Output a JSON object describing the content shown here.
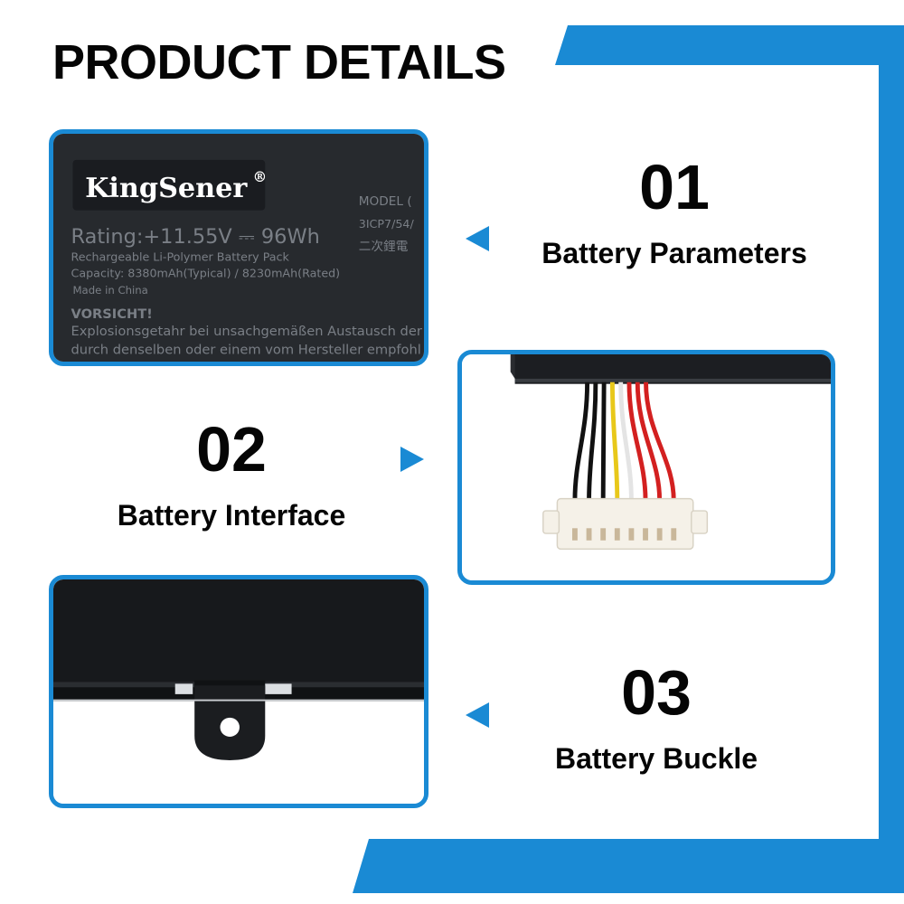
{
  "page": {
    "title": "PRODUCT DETAILS",
    "accent_color": "#1a8ad4"
  },
  "items": [
    {
      "number": "01",
      "label": "Battery Parameters",
      "arrow": "left"
    },
    {
      "number": "02",
      "label": "Battery Interface",
      "arrow": "right"
    },
    {
      "number": "03",
      "label": "Battery Buckle",
      "arrow": "left"
    }
  ],
  "battery_label": {
    "brand": "KingSener",
    "brand_mark": "®",
    "rating": "Rating:+11.55V ⎓ 96Wh",
    "pack_type": "Rechargeable Li-Polymer Battery Pack",
    "capacity": "Capacity: 8380mAh(Typical) / 8230mAh(Rated)",
    "origin": "Made in China",
    "warning_title": "VORSICHT!",
    "warning_line1": "Explosionsgetahr bei unsachgemäßen Austausch der",
    "warning_line2": "durch denselben oder einem vom Hersteller empfohl",
    "model_label": "MODEL (",
    "model_value": "3ICP7/54/",
    "cjk_text": "二次鋰電"
  },
  "connector": {
    "wire_colors": [
      "#111111",
      "#111111",
      "#111111",
      "#e8c81a",
      "#f2f2f2",
      "#d32020",
      "#d32020",
      "#d32020"
    ]
  }
}
